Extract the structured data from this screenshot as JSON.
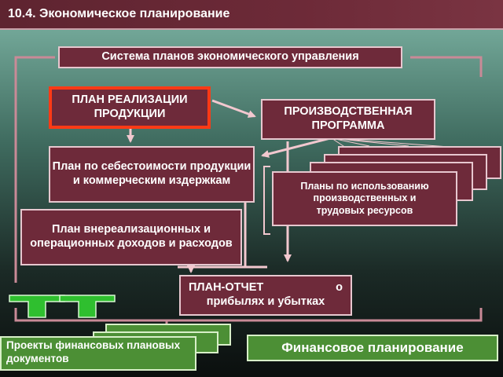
{
  "header": {
    "title": "10.4. Экономическое планирование"
  },
  "diagram": {
    "system_title": "Система планов экономического управления",
    "plan_sales": "ПЛАН РЕАЛИЗАЦИИ ПРОДУКЦИИ",
    "production_program": "ПРОИЗВОДСТВЕННАЯ ПРОГРАММА",
    "cost_plan": "План по себестоимости продукции и коммерческим издержкам",
    "resources_plans": "Планы по использованию производственных и трудовых ресурсов",
    "nonsales_plan": "План внереализационных и операционных доходов и расходов",
    "profit_report_line1": "ПЛАН-ОТЧЕТ",
    "profit_report_o": "о",
    "profit_report_line2": "прибылях и убытках",
    "financial_docs": "Проекты финансовых плановых документов",
    "financial_planning": "Финансовое планирование"
  },
  "colors": {
    "box_fill": "#6e2a3a",
    "box_border": "#e7c7cf",
    "highlight_border": "#ff3a16",
    "green_box": "#4c8f35",
    "arrow": "#f2c8cf"
  }
}
